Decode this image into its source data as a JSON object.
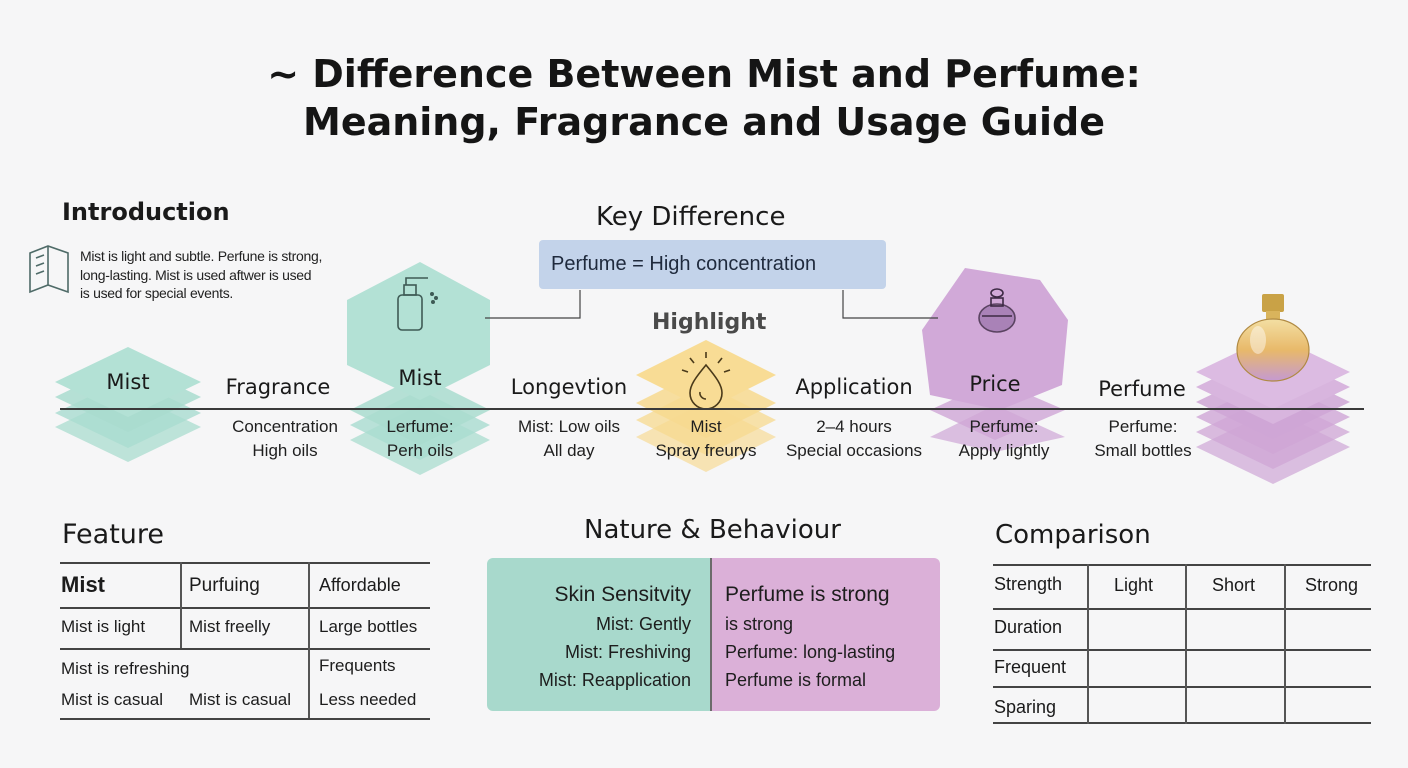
{
  "title": {
    "line1": "~ Difference Between Mist and Perfume:",
    "line2": "Meaning, Fragrance and Usage Guide"
  },
  "introduction": {
    "heading": "Introduction",
    "icon": "book-icon",
    "lines": [
      "Mist is light and subtle. Perfune is strong,",
      "long-lasting. Mist is used aftwer is used",
      "is used for special events."
    ]
  },
  "key_difference": {
    "heading": "Key Difference",
    "box": "Perfume = High concentration"
  },
  "highlight": "Highlight",
  "timeline": {
    "steps": [
      {
        "label": "Mist",
        "sub": []
      },
      {
        "label": "Fragrance",
        "sub": [
          "Concentration",
          "High oils"
        ]
      },
      {
        "label": "Mist",
        "sub": [
          "Lerfume:",
          "Perh oils"
        ]
      },
      {
        "label": "Longevtion",
        "sub": [
          "Mist: Low oils",
          "All day"
        ]
      },
      {
        "label": "",
        "sub": [
          "Mist",
          "Spray freurys"
        ]
      },
      {
        "label": "Application",
        "sub": [
          "2–4 hours",
          "Special occasions"
        ]
      },
      {
        "label": "Price",
        "sub": [
          "Perfume:",
          "Apply lightly"
        ]
      },
      {
        "label": "Perfume",
        "sub": [
          "Perfume:",
          "Small bottles"
        ]
      }
    ],
    "colors": {
      "mint": "#a9dccf",
      "gold": "#f7d98f",
      "lilac": "#cfa6d6"
    }
  },
  "feature": {
    "heading": "Feature",
    "row1": [
      "Mist",
      "Purfuing",
      "Affordable"
    ],
    "row2": [
      "Mist is light",
      "Mist freelly",
      "Large bottles"
    ],
    "row3": [
      "Mist is refreshing",
      "Frequents"
    ],
    "row4": [
      "Mist is casual",
      "Mist is casual",
      "Less needed"
    ]
  },
  "nature": {
    "heading": "Nature & Behaviour",
    "left": [
      "Skin Sensitvity",
      "Mist: Gently",
      "Mist: Freshiving",
      "Mist: Reapplication"
    ],
    "right": [
      "Perfume is strong",
      "is strong",
      "Perfume: long-lasting",
      "Perfume is formal"
    ]
  },
  "comparison": {
    "heading": "Comparison",
    "header": [
      "Strength",
      "Light",
      "Short",
      "Strong"
    ],
    "rows": [
      "Duration",
      "Frequent",
      "Sparing"
    ]
  }
}
